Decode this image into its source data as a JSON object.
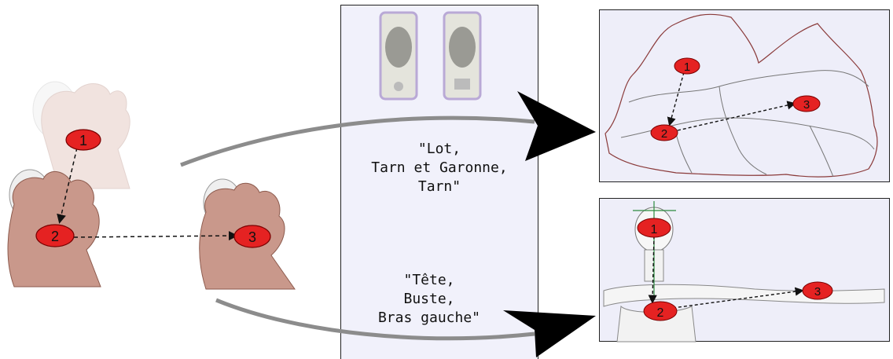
{
  "markers": {
    "one": "1",
    "two": "2",
    "three": "3"
  },
  "speech": {
    "region_query": "\"Lot,\nTarn et Garonne,\nTarn\"",
    "body_query": "\"Tête,\nBuste,\nBras gauche\""
  },
  "colors": {
    "marker_fill": "#e52222",
    "marker_stroke": "#7a0000",
    "arrow_grey": "#8c8c8c",
    "panel_bg": "#f1f1fb",
    "skin": "#c9988b"
  },
  "icons": [
    "hand-on-mouse",
    "speaker",
    "map-of-regions",
    "skeleton-model"
  ]
}
